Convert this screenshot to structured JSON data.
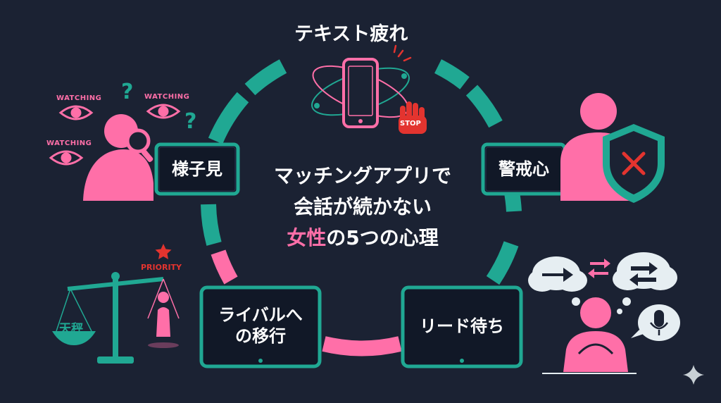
{
  "title": {
    "line1": "マッチングアプリで",
    "line2": "会話が続かない",
    "line3_highlight": "女性",
    "line3_rest": "の5つの心理"
  },
  "reasons": {
    "top": "テキスト疲れ",
    "left": "様子見",
    "right": "警戒心",
    "bottom_left_line1": "ライバルへ",
    "bottom_left_line2": "の移行",
    "bottom_right": "リード待ち"
  },
  "illustrations": {
    "watching_label": "WATCHING",
    "stop_label": "STOP",
    "priority_label": "PRIORITY",
    "scale_label": "天秤"
  },
  "colors": {
    "background": "#1b2233",
    "teal": "#20a893",
    "pink": "#ff6fa8",
    "card_fill": "#111827",
    "red": "#e3342f"
  }
}
